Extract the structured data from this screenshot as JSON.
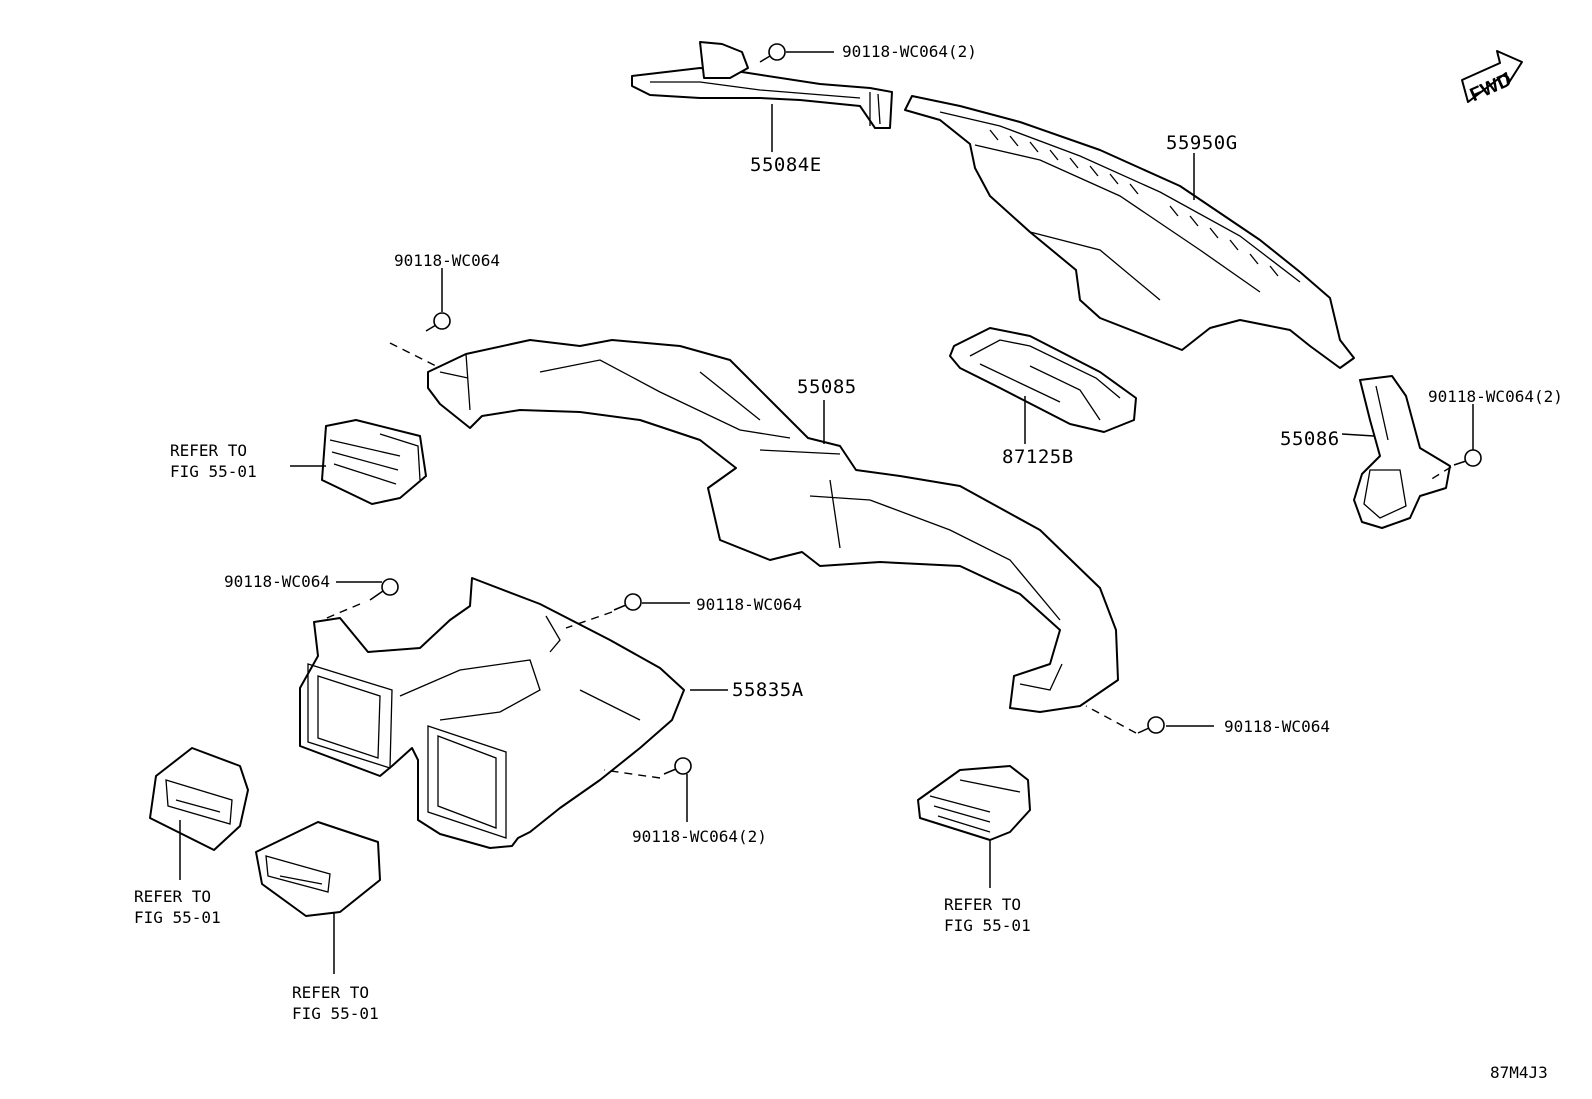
{
  "diagram": {
    "code": "87M4J3",
    "fwd_marker": "FWD",
    "labels": {
      "fastener_55084e": "90118-WC064(2)",
      "part_55084e": "55084E",
      "part_55950g": "55950G",
      "fastener_left_top": "90118-WC064",
      "part_55085": "55085",
      "part_87125b": "87125B",
      "fastener_55086": "90118-WC064(2)",
      "part_55086": "55086",
      "refer_left_1": "REFER TO\nFIG 55-01",
      "fastener_left_mid": "90118-WC064",
      "fastener_center_mid": "90118-WC064",
      "part_55835a": "55835A",
      "fastener_right_low": "90118-WC064",
      "fastener_center_low": "90118-WC064(2)",
      "refer_bottom_left": "REFER TO\nFIG 55-01",
      "refer_bottom_center": "REFER TO\nFIG 55-01",
      "refer_right": "REFER TO\nFIG 55-01"
    }
  }
}
